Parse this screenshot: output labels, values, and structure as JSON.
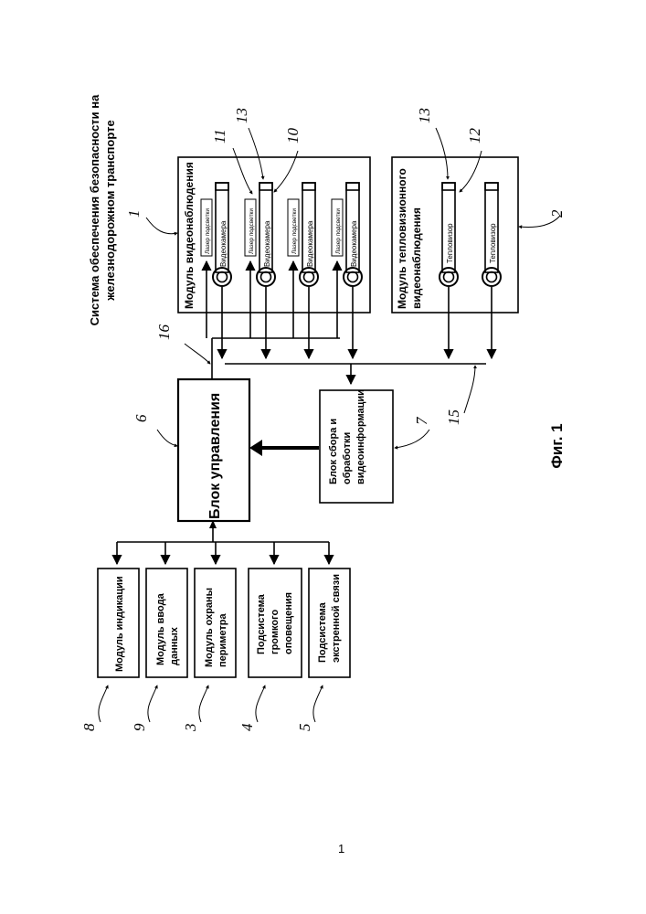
{
  "title": [
    "Система обеспечения безопасности на",
    "железнодорожном транспорте"
  ],
  "figure_caption": "Фиг. 1",
  "page_number": "1",
  "modules": {
    "video": "Модуль видеонаблюдения",
    "thermal": [
      "Модуль тепловизионного",
      "видеонаблюдения"
    ],
    "control": "Блок управления",
    "collect": [
      "Блок сбора и",
      "обработки",
      "видеоинформации"
    ],
    "indication": "Модуль индикации",
    "data_input": [
      "Модуль ввода",
      "данных"
    ],
    "perimeter": [
      "Модуль охраны",
      "периметра"
    ],
    "loudspeaker": [
      "Подсистема",
      "громкого",
      "оповещения"
    ],
    "emergency": [
      "Подсистема",
      "экстренной связи"
    ]
  },
  "devices": {
    "camera": "Видеокамера",
    "laser": "Лазер подсветки",
    "thermo": "Тепловизор"
  },
  "refs": {
    "video": "1",
    "thermal": "2",
    "perimeter": "3",
    "loudspeaker": "4",
    "emergency": "5",
    "control": "6",
    "collect": "7",
    "indication": "8",
    "data_input": "9",
    "camera": "10",
    "laser_line": "11",
    "thermo_device": "12",
    "mount": "13",
    "bus": "15",
    "control_bus": "16"
  }
}
